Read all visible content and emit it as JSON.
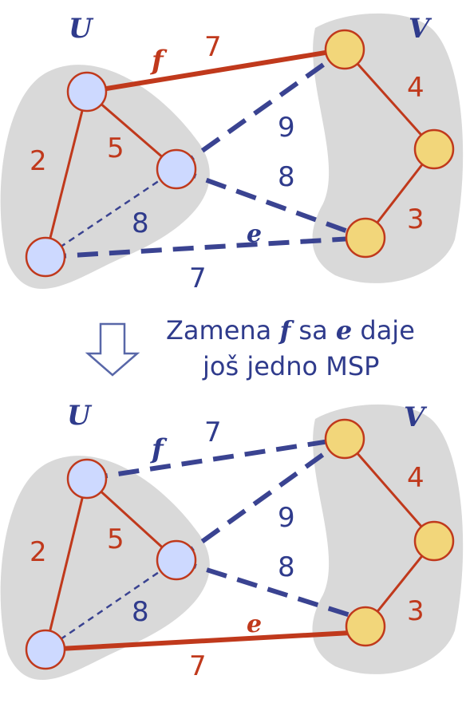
{
  "colors": {
    "cluster_fill": "#d9d9d9",
    "mst_edge": "#c0391c",
    "non_mst_edge": "#3a4391",
    "u_node_fill": "#cdd9ff",
    "v_node_fill": "#f2d67a",
    "node_stroke": "#c0391c",
    "weight_red": "#c0391c",
    "weight_blue": "#2f3b8c",
    "arrow_stroke": "#5867a8"
  },
  "caption": {
    "line1_a": "Zamena ",
    "line1_f": "f",
    "line1_b": " sa ",
    "line1_e": "e",
    "line1_c": " daje",
    "line2": "još jedno MSP"
  },
  "diagrams": [
    {
      "set_u_label": "U",
      "set_v_label": "V",
      "w_f": "7",
      "lbl_f": "f",
      "w_ua_uc": "2",
      "w_ua_ub": "5",
      "w_ub_uc": "8",
      "w_ub_va": "9",
      "w_ub_vc": "8",
      "w_uc_vc": "7",
      "lbl_e": "e",
      "w_va_vb": "4",
      "w_vb_vc": "3"
    },
    {
      "set_u_label": "U",
      "set_v_label": "V",
      "w_f": "7",
      "lbl_f": "f",
      "w_ua_uc": "2",
      "w_ua_ub": "5",
      "w_ub_uc": "8",
      "w_ub_va": "9",
      "w_ub_vc": "8",
      "w_uc_vc": "7",
      "lbl_e": "e",
      "w_va_vb": "4",
      "w_vb_vc": "3"
    }
  ]
}
